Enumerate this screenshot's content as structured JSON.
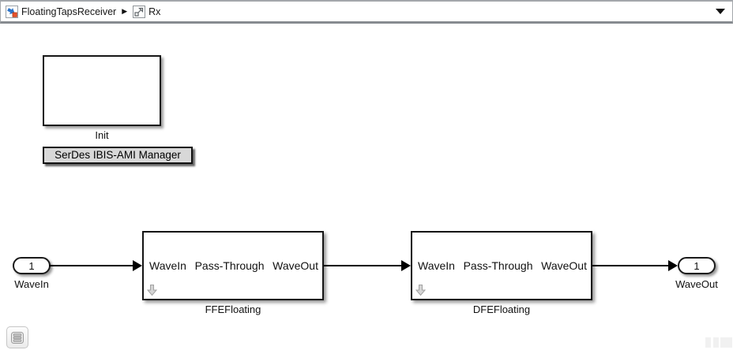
{
  "breadcrumb": {
    "separator": "▶",
    "items": [
      {
        "label": "FloatingTapsReceiver",
        "icon": "simulink-model-icon"
      },
      {
        "label": "Rx",
        "icon": "subsystem-icon"
      }
    ]
  },
  "canvas": {
    "init_block_label": "Init",
    "manager_button_label": "SerDes IBIS-AMI Manager",
    "inport": {
      "number": "1",
      "label": "WaveIn"
    },
    "outport": {
      "number": "1",
      "label": "WaveOut"
    },
    "subsystems": [
      {
        "name": "FFEFloating",
        "inport_label": "WaveIn",
        "display_text": "Pass-Through",
        "outport_label": "WaveOut"
      },
      {
        "name": "DFEFloating",
        "inport_label": "WaveIn",
        "display_text": "Pass-Through",
        "outport_label": "WaveOut"
      }
    ]
  },
  "colors": {
    "block_border": "#141414",
    "button_bg": "#d8d8d8",
    "bar_separator": "#878b90",
    "model_icon_blue": "#2e75c9",
    "model_icon_orange": "#e8502a",
    "variant_arrow_gray": "#d4d4d4"
  }
}
